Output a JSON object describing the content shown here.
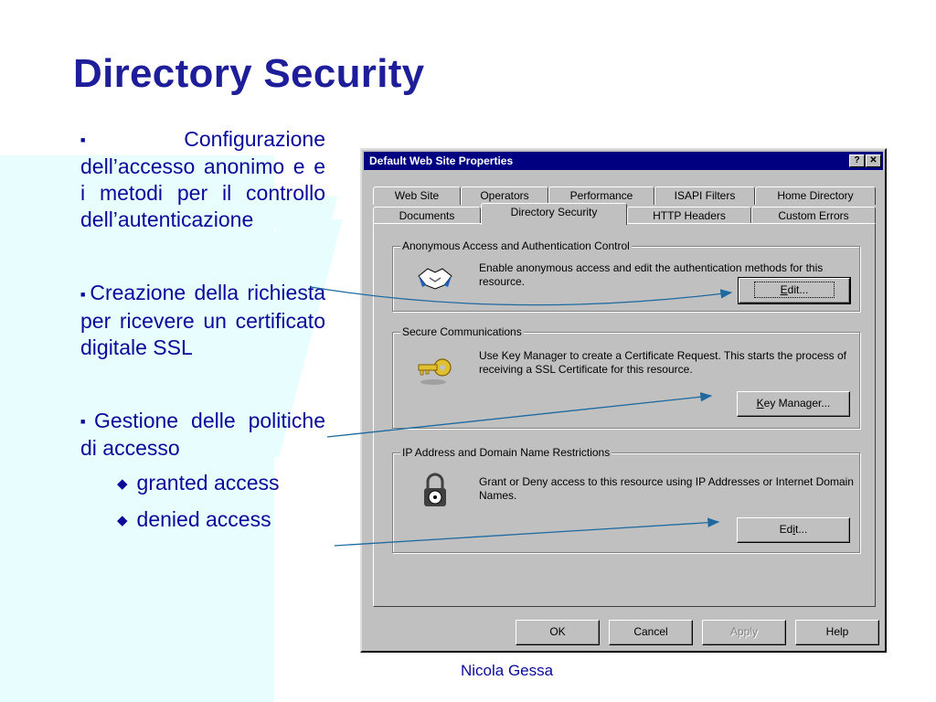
{
  "slide": {
    "title": "Directory Security",
    "footer": "Nicola Gessa"
  },
  "bullets": [
    {
      "marker": "■",
      "text": "Configurazione dell’accesso anonimo e e i metodi per il controllo dell’autenticazione"
    },
    {
      "marker": "■",
      "text": "Creazione della richiesta per ricevere un certificato digitale SSL"
    },
    {
      "marker": "■",
      "text": "Gestione delle politiche di accesso"
    }
  ],
  "subbullets": [
    {
      "marker": "◆",
      "text": "granted access"
    },
    {
      "marker": "◆",
      "text": "denied access"
    }
  ],
  "dialog": {
    "title": "Default Web Site Properties",
    "help_btn": "?",
    "close_btn": "✕",
    "tabs_back": [
      "Web Site",
      "Operators",
      "Performance",
      "ISAPI Filters",
      "Home Directory"
    ],
    "tabs_front": [
      "Documents",
      "Directory Security",
      "HTTP Headers",
      "Custom Errors"
    ],
    "active_tab": "Directory Security",
    "groups": {
      "anon": {
        "label": "Anonymous Access and Authentication Control",
        "text": "Enable anonymous access and edit the authentication methods for this resource.",
        "button": "Edit...",
        "button_mnemonic": "E"
      },
      "secure": {
        "label": "Secure Communications",
        "text": "Use Key Manager to create a Certificate Request.  This starts the process of receiving a SSL Certificate for this resource.",
        "button": "Key Manager...",
        "button_mnemonic": "K"
      },
      "ip": {
        "label": "IP Address and Domain Name Restrictions",
        "text": "Grant or Deny access to this resource using IP Addresses or Internet Domain Names.",
        "button": "Edit...",
        "button_mnemonic": "i"
      }
    },
    "buttons": {
      "ok": "OK",
      "cancel": "Cancel",
      "apply": "Apply",
      "help": "Help"
    }
  },
  "colors": {
    "title": "#1e1e9a",
    "text": "#0a0a9a",
    "titlebar": "#000080",
    "window": "#c0c0c0",
    "arrow": "#1e6aa0",
    "logo": "#e8fdfd"
  },
  "icons": {
    "anon": "handshake-icon",
    "secure": "key-icon",
    "ip": "padlock-icon"
  }
}
